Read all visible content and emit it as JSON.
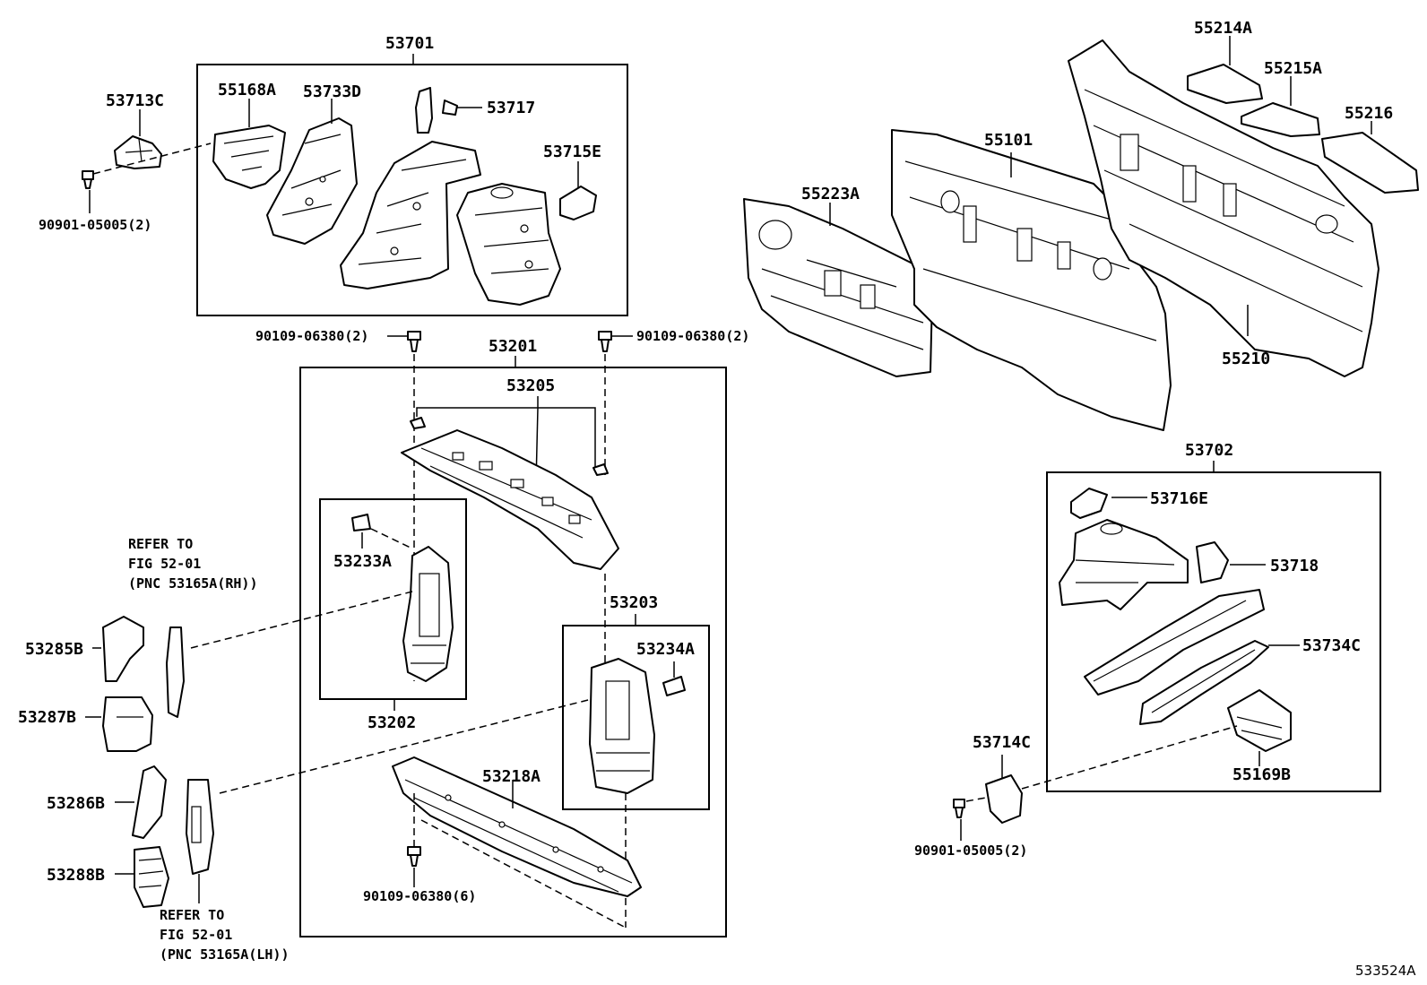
{
  "labels": {
    "p53701": "53701",
    "p53713C": "53713C",
    "p55168A": "55168A",
    "p53733D": "53733D",
    "p53717": "53717",
    "p53715E": "53715E",
    "p90901_top": "90901-05005(2)",
    "p55214A": "55214A",
    "p55215A": "55215A",
    "p55216": "55216",
    "p55101": "55101",
    "p55223A": "55223A",
    "p55210": "55210",
    "p90109_left": "90109-06380(2)",
    "p90109_right": "90109-06380(2)",
    "p53201": "53201",
    "p53205": "53205",
    "p53233A": "53233A",
    "p53202": "53202",
    "p53203": "53203",
    "p53234A": "53234A",
    "p53218A": "53218A",
    "p90109_bottom": "90109-06380(6)",
    "p53285B": "53285B",
    "p53287B": "53287B",
    "p53286B": "53286B",
    "p53288B": "53288B",
    "p53702": "53702",
    "p53716E": "53716E",
    "p53718": "53718",
    "p53734C": "53734C",
    "p53714C": "53714C",
    "p55169B": "55169B",
    "p90901_bottom": "90901-05005(2)",
    "fig_id": "533524A"
  },
  "references": {
    "rh_line1": "REFER TO",
    "rh_line2": "FIG 52-01",
    "rh_line3": "(PNC 53165A(RH))",
    "lh_line1": "REFER TO",
    "lh_line2": "FIG 52-01",
    "lh_line3": "(PNC 53165A(LH))"
  }
}
